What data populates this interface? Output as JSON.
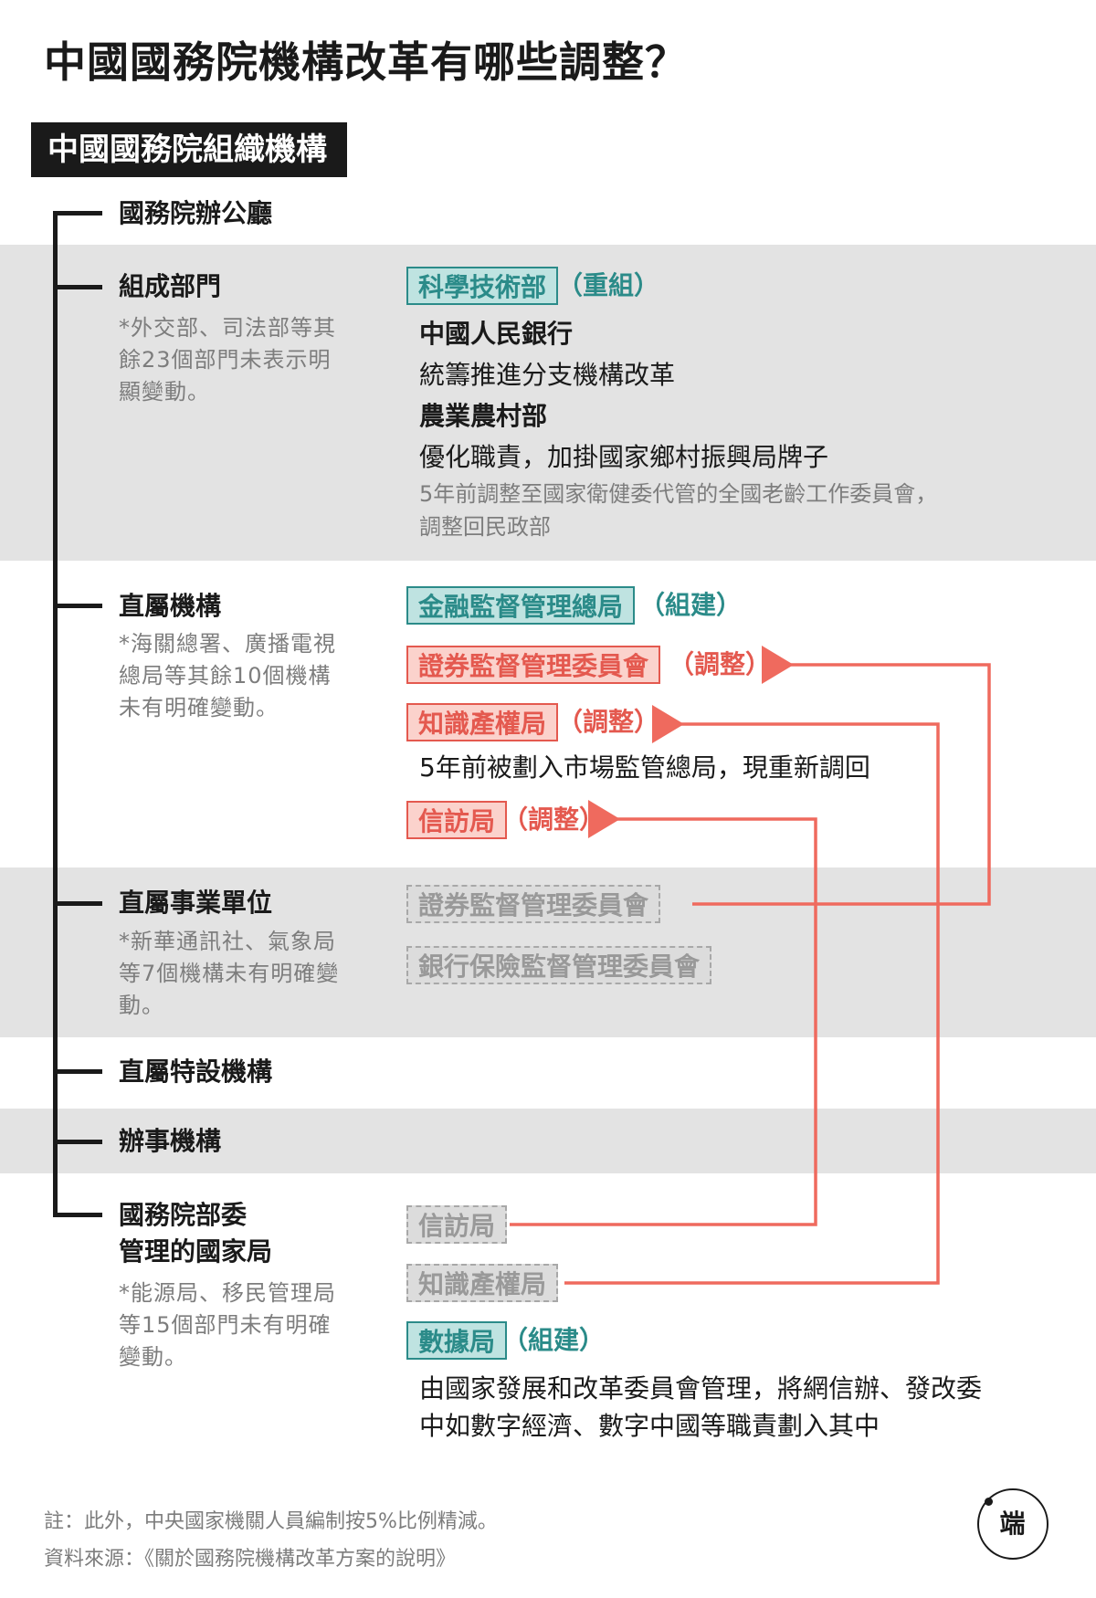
{
  "title": "中國國務院機構改革有哪些調整？",
  "section_label": "中國國務院組織機構",
  "categories": {
    "office": "國務院辦公廳",
    "constituent": "組成部門",
    "constituent_note": "*外交部、司法部等其餘23個部門未表示明顯變動。",
    "direct": "直屬機構",
    "direct_note": "*海關總署、廣播電視總局等其餘10個機構未有明確變動。",
    "public": "直屬事業單位",
    "public_note": "*新華通訊社、氣象局等7個機構未有明確變動。",
    "special": "直屬特設機構",
    "affairs": "辦事機構",
    "bureaus_line1": "國務院部委",
    "bureaus_line2": "管理的國家局",
    "bureaus_note": "*能源局、移民管理局等15個部門未有明確變動。"
  },
  "constituent_items": {
    "mst_box": "科學技術部",
    "mst_tag": "（重組）",
    "pboc": "中國人民銀行",
    "pboc_desc": "統籌推進分支機構改革",
    "moa": "農業農村部",
    "moa_desc": "優化職責，加掛國家鄉村振興局牌子",
    "moa_note_1": "5年前調整至國家衛健委代管的全國老齡工作委員會，",
    "moa_note_2": "調整回民政部"
  },
  "direct_items": {
    "finance_box": "金融監督管理總局",
    "finance_tag": "（組建）",
    "csrc_box": "證券監督管理委員會",
    "csrc_tag": "（調整）",
    "ip_box": "知識產權局",
    "ip_tag": "（調整）",
    "ip_desc": "5年前被劃入市場監管總局，現重新調回",
    "petition_box": "信訪局",
    "petition_tag": "（調整）"
  },
  "public_items": {
    "csrc_old": "證券監督管理委員會",
    "cbirc_old": "銀行保險監督管理委員會"
  },
  "bureau_items": {
    "petition_old": "信訪局",
    "ip_old": "知識產權局",
    "data_box": "數據局",
    "data_tag": "（組建）",
    "data_desc_1": "由國家發展和改革委員會管理，將網信辦、發改委",
    "data_desc_2": "中如數字經濟、數字中國等職責劃入其中"
  },
  "footer": {
    "note": "註：此外，中央國家機關人員編制按5%比例精減。",
    "source": "資料來源：《關於國務院機構改革方案的說明》"
  },
  "logo_text": "端",
  "colors": {
    "teal": "#2b8b89",
    "red": "#e4594f",
    "grey": "#a8a8a8",
    "band": "#e3e3e3"
  }
}
